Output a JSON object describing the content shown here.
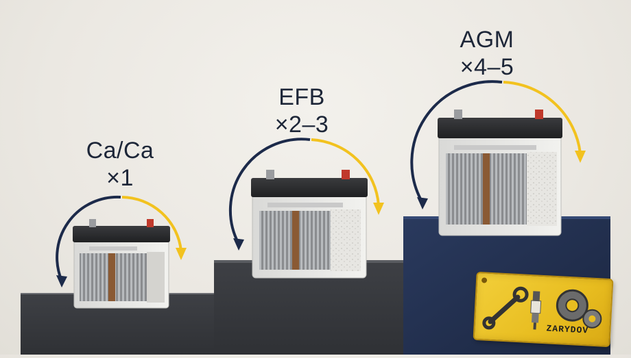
{
  "tiers": [
    {
      "name": "Ca/Ca",
      "multiplier": "×1"
    },
    {
      "name": "EFB",
      "multiplier": "×2–3"
    },
    {
      "name": "AGM",
      "multiplier": "×4–5"
    }
  ],
  "brand": {
    "name": "ZARYDOV"
  },
  "colors": {
    "arrow_dark": "#1c2a4a",
    "arrow_accent": "#f2c21f",
    "step_dark": "#3d3f44",
    "step_mid": "#3a3c40",
    "step_navy": "#233050",
    "text": "#1d2638",
    "terminal_positive": "#c0392b"
  },
  "icons": [
    "wrench-icon",
    "spark-plug-icon",
    "gear-icon"
  ]
}
